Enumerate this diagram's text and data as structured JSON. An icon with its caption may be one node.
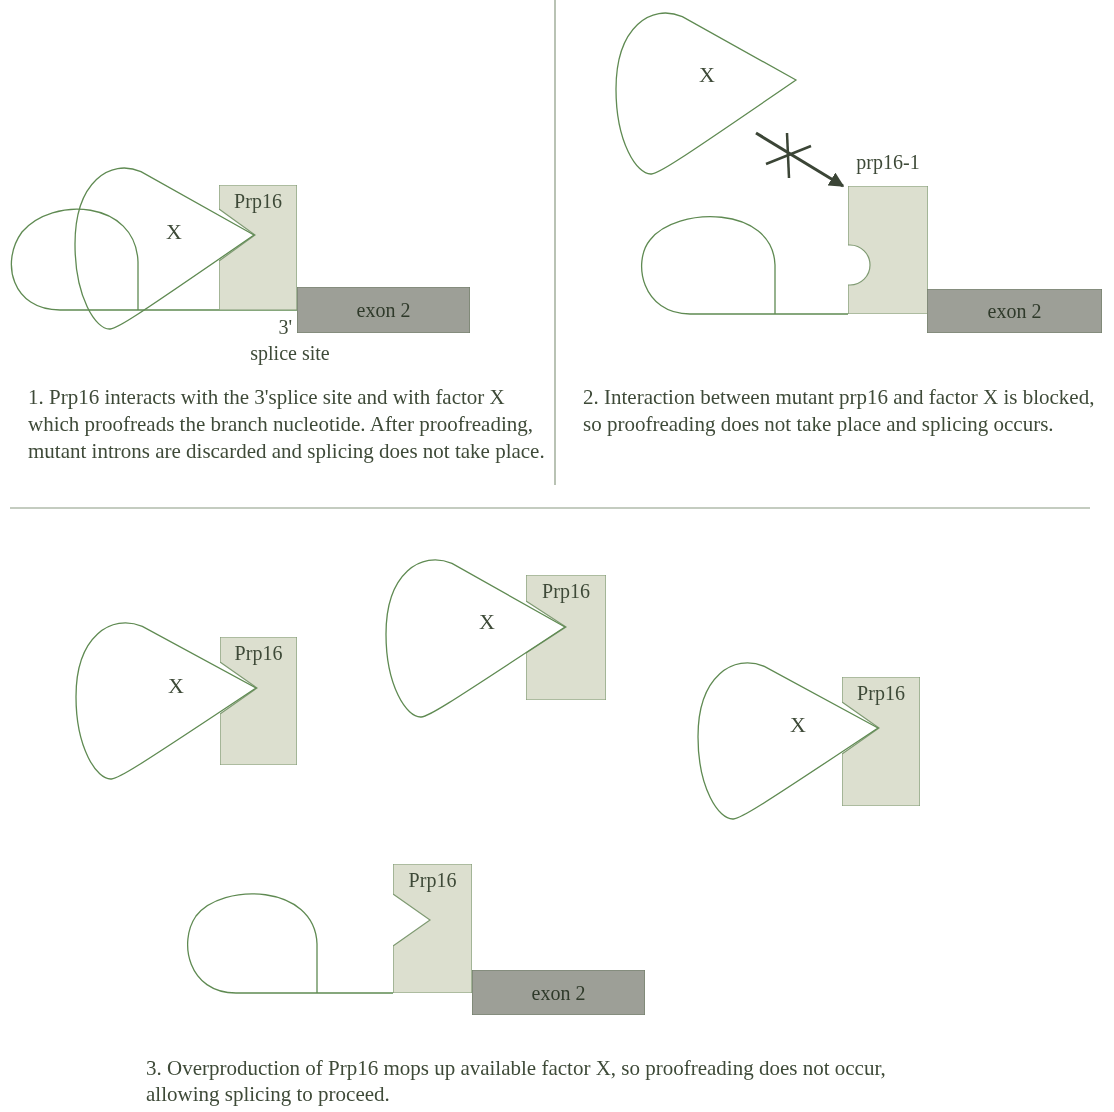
{
  "diagram": {
    "nodes": [
      {
        "text": [
          "X"
        ]
      },
      {
        "text": [
          "Prp16"
        ]
      },
      {
        "text": [
          "exon 2"
        ]
      },
      {
        "text": [
          "X"
        ]
      },
      {
        "text": [
          "prp16-1"
        ]
      },
      {
        "text": [
          "exon 2"
        ]
      },
      {
        "text": [
          "X"
        ]
      },
      {
        "text": [
          "Prp16"
        ]
      },
      {
        "text": [
          "X"
        ]
      },
      {
        "text": [
          "Prp16"
        ]
      },
      {
        "text": [
          "X"
        ]
      },
      {
        "text": [
          "Prp16"
        ]
      },
      {
        "text": [
          "Prp16"
        ]
      },
      {
        "text": [
          "exon 2"
        ]
      }
    ],
    "edges": [
      {
        "from": 3,
        "to": 4,
        "arrow": "to"
      }
    ],
    "labels": [
      "3'",
      "splice site",
      "1. Prp16 interacts with the 3'splice site and with factor X which proofreads the branch nucleotide. After proofreading, mutant introns are discarded and splicing does not take place.",
      "2. Interaction between mutant prp16 and factor X is blocked, so proofreading does not take place and splicing occurs.",
      "3. Overproduction of Prp16 mops up available factor X, so proofreading does not occur, allowing splicing to proceed."
    ]
  }
}
